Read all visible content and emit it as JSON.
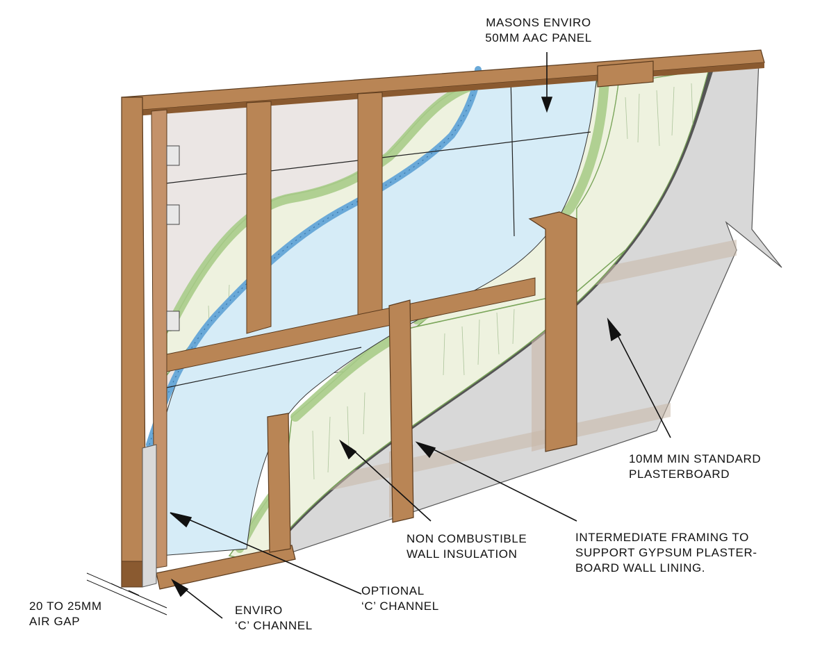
{
  "labels": {
    "panel": [
      "MASONS ENVIRO",
      "50MM AAC PANEL"
    ],
    "plasterboard": [
      "10MM MIN STANDARD",
      "PLASTERBOARD"
    ],
    "insulation": [
      "NON COMBUSTIBLE",
      "WALL INSULATION"
    ],
    "framing": [
      "INTERMEDIATE FRAMING TO",
      "SUPPORT GYPSUM PLASTER-",
      "BOARD WALL LINING."
    ],
    "optional_channel": [
      "OPTIONAL",
      "‘C’ CHANNEL"
    ],
    "enviro_channel": [
      "ENVIRO",
      "‘C’ CHANNEL"
    ],
    "air_gap": [
      "20 TO 25MM",
      "AIR GAP"
    ]
  },
  "colors": {
    "timber": "#b98555",
    "timber_dark": "#8a5a30",
    "panel": "#d6ecf7",
    "panel_edge": "#6aa9d8",
    "insulation": "#eef2df",
    "insulation_green": "#a9cc8a",
    "plasterboard": "#d9d9d9",
    "backing_board": "#e9e4e2"
  }
}
